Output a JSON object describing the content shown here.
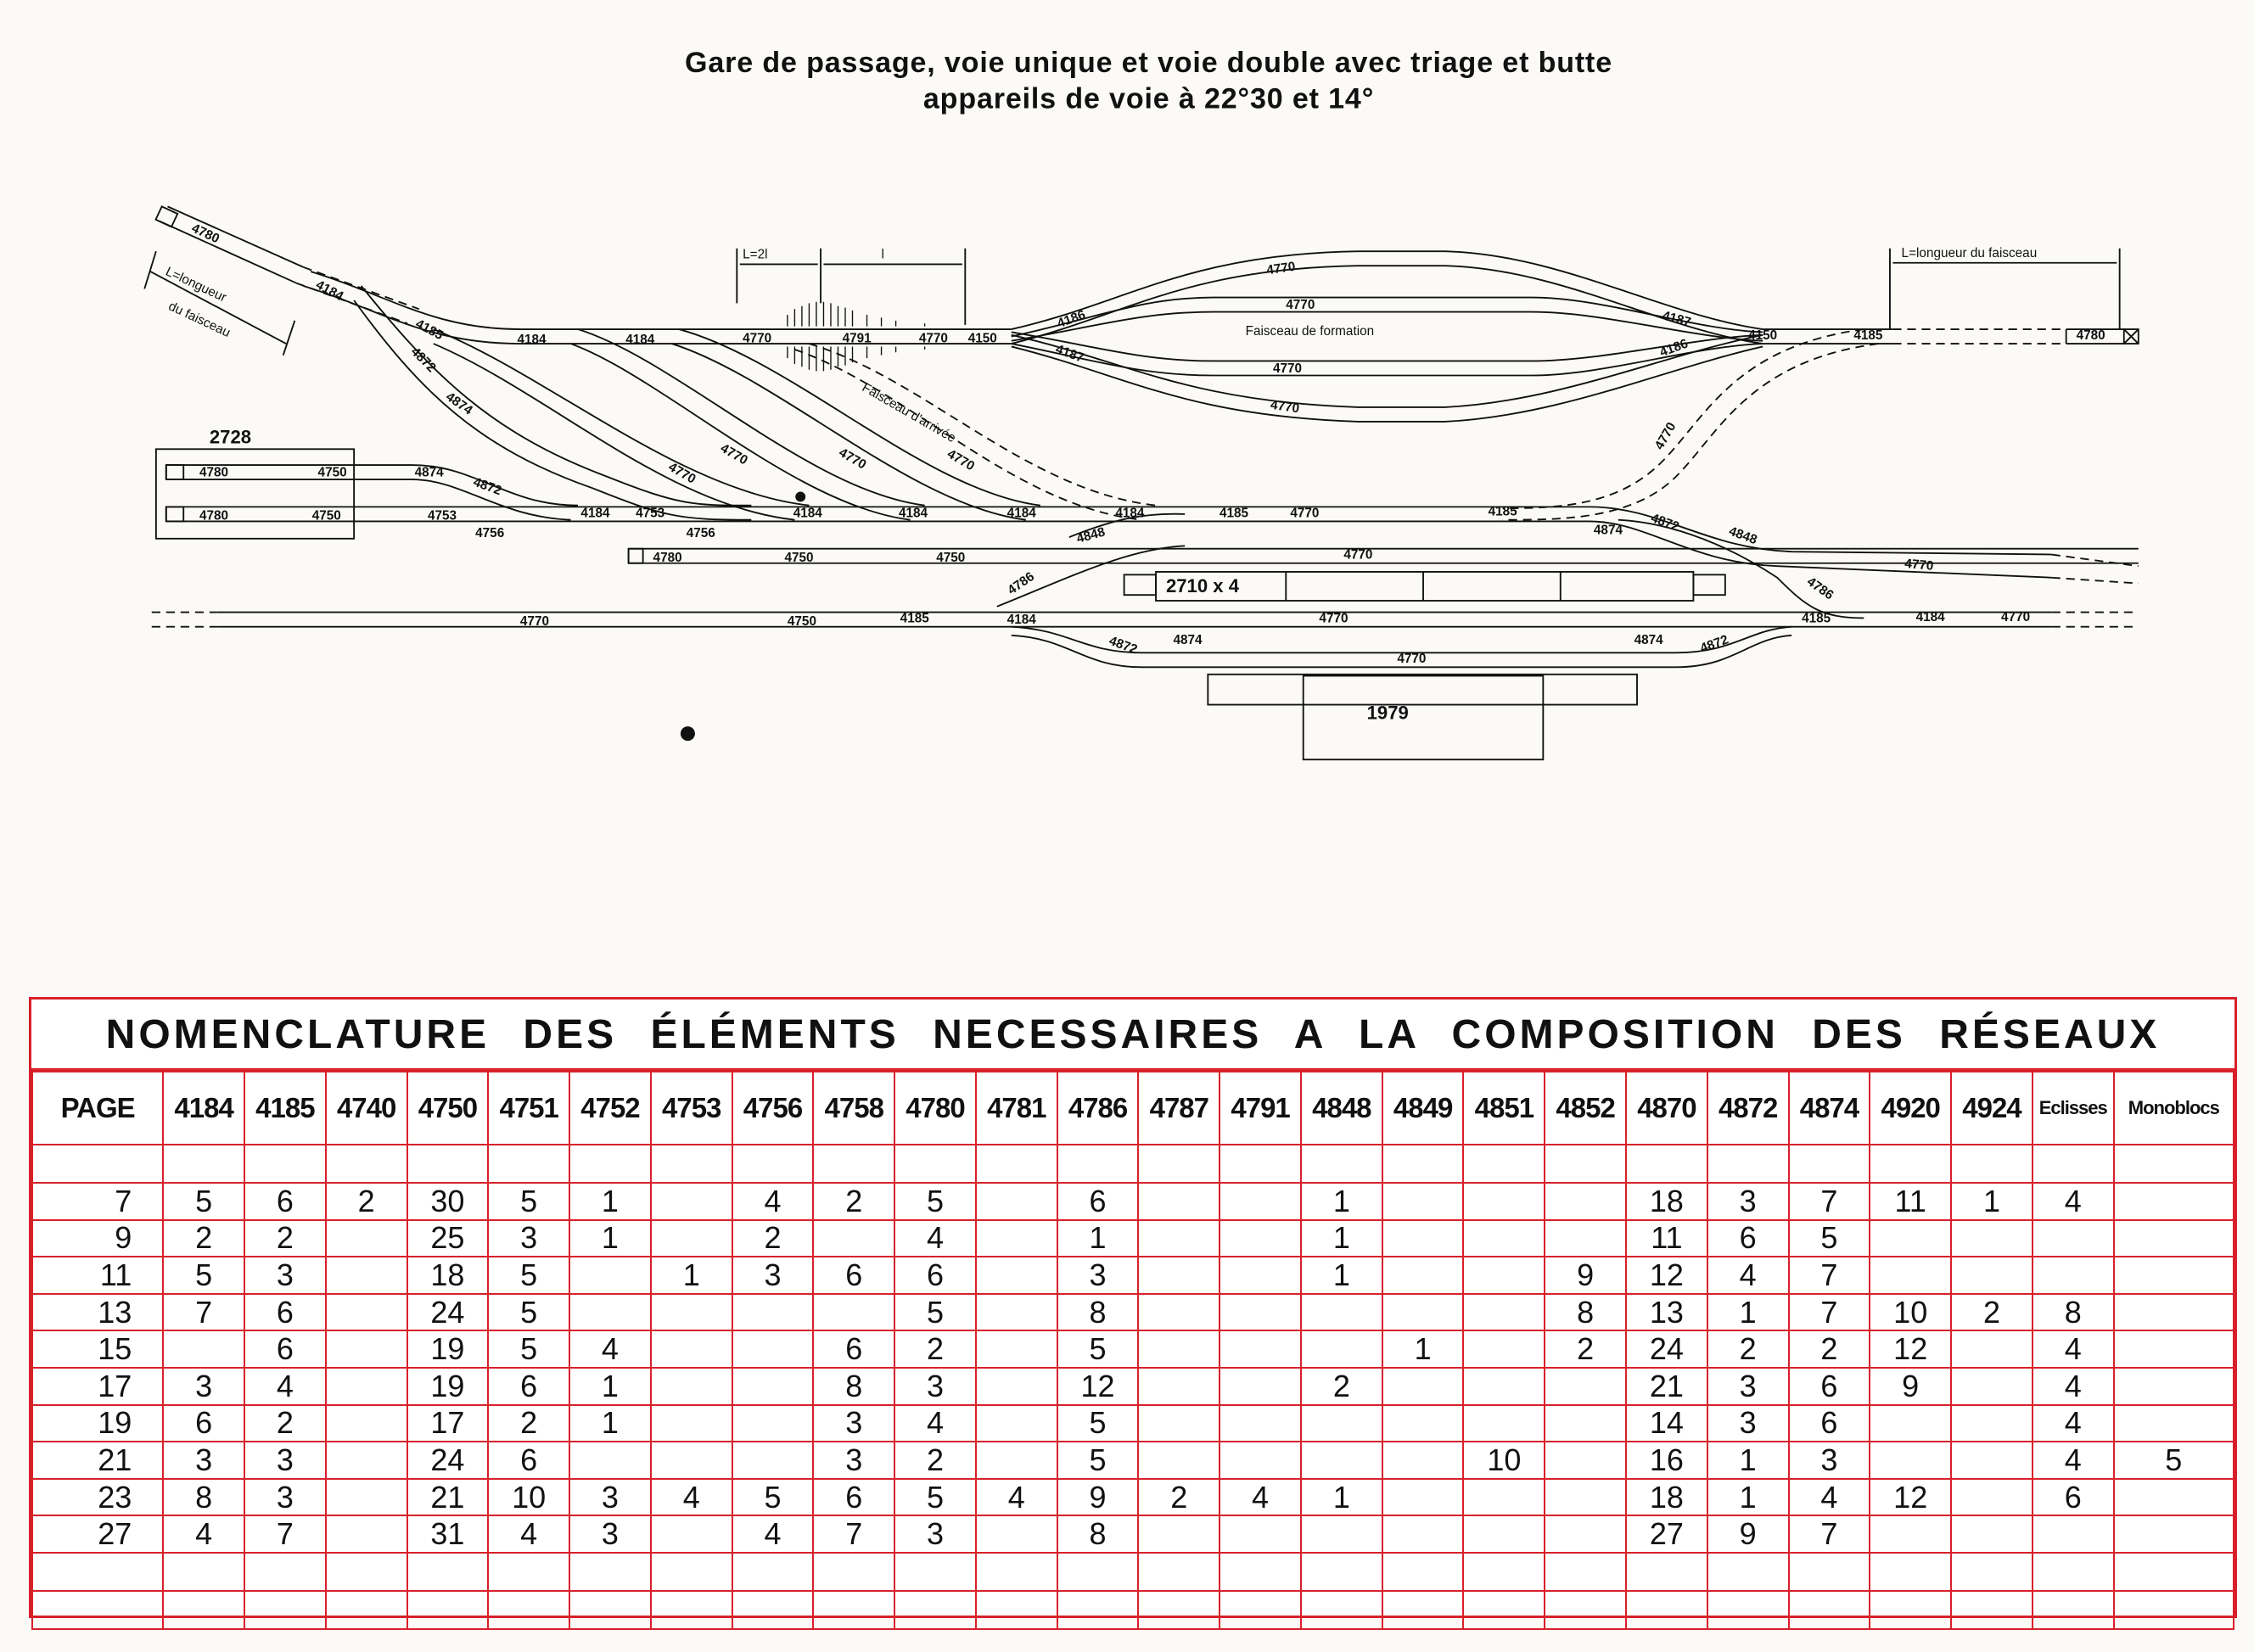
{
  "title": {
    "line1": "Gare de passage, voie unique et voie double avec triage et butte",
    "line2": "appareils de voie à 22°30 et 14°"
  },
  "diagram": {
    "labels": [
      "4780",
      "L=longueur",
      "du faisceau",
      "4184",
      "4185",
      "4872",
      "4874",
      "4184",
      "4184",
      "4770",
      "4791",
      "4770",
      "4150",
      "L=2l",
      "l",
      "Faisceau d'arrivée",
      "4770",
      "4770",
      "4770",
      "4770",
      "4186",
      "4187",
      "4770",
      "4770",
      "Faisceau de formation",
      "4770",
      "4770",
      "4187",
      "4186",
      "4150",
      "4185",
      "4780",
      "L=longueur du faisceau",
      "4770",
      "2728",
      "4780",
      "4750",
      "4874",
      "4872",
      "4780",
      "4750",
      "4753",
      "4756",
      "4184",
      "4753",
      "4756",
      "4184",
      "4184",
      "4184",
      "4184",
      "4185",
      "4770",
      "4185",
      "4872",
      "4874",
      "4848",
      "4780",
      "4750",
      "4750",
      "4848",
      "4770",
      "4770",
      "4786",
      "2710 x 4",
      "4786",
      "4770",
      "4750",
      "4185",
      "4184",
      "4770",
      "4185",
      "4184",
      "4770",
      "4872",
      "4874",
      "4874",
      "4872",
      "4770",
      "1979"
    ]
  },
  "nomenclature": {
    "title": "NOMENCLATURE DES ÉLÉMENTS NECESSAIRES A LA COMPOSITION DES RÉSEAUX",
    "headers": [
      "PAGE",
      "4184",
      "4185",
      "4740",
      "4750",
      "4751",
      "4752",
      "4753",
      "4756",
      "4758",
      "4780",
      "4781",
      "4786",
      "4787",
      "4791",
      "4848",
      "4849",
      "4851",
      "4852",
      "4870",
      "4872",
      "4874",
      "4920",
      "4924",
      "Eclisses",
      "Monoblocs"
    ],
    "rows": [
      [
        "7",
        "5",
        "6",
        "2",
        "30",
        "5",
        "1",
        "",
        "4",
        "2",
        "5",
        "",
        "6",
        "",
        "",
        "1",
        "",
        "",
        "",
        "18",
        "3",
        "7",
        "11",
        "1",
        "4",
        ""
      ],
      [
        "9",
        "2",
        "2",
        "",
        "25",
        "3",
        "1",
        "",
        "2",
        "",
        "4",
        "",
        "1",
        "",
        "",
        "1",
        "",
        "",
        "",
        "11",
        "6",
        "5",
        "",
        "",
        "",
        ""
      ],
      [
        "11",
        "5",
        "3",
        "",
        "18",
        "5",
        "",
        "1",
        "3",
        "6",
        "6",
        "",
        "3",
        "",
        "",
        "1",
        "",
        "",
        "9",
        "12",
        "4",
        "7",
        "",
        "",
        "",
        ""
      ],
      [
        "13",
        "7",
        "6",
        "",
        "24",
        "5",
        "",
        "",
        "",
        "",
        "5",
        "",
        "8",
        "",
        "",
        "",
        "",
        "",
        "8",
        "13",
        "1",
        "7",
        "10",
        "2",
        "8",
        ""
      ],
      [
        "15",
        "",
        "6",
        "",
        "19",
        "5",
        "4",
        "",
        "",
        "6",
        "2",
        "",
        "5",
        "",
        "",
        "",
        "1",
        "",
        "2",
        "24",
        "2",
        "2",
        "12",
        "",
        "4",
        ""
      ],
      [
        "17",
        "3",
        "4",
        "",
        "19",
        "6",
        "1",
        "",
        "",
        "8",
        "3",
        "",
        "12",
        "",
        "",
        "2",
        "",
        "",
        "",
        "21",
        "3",
        "6",
        "9",
        "",
        "4",
        ""
      ],
      [
        "19",
        "6",
        "2",
        "",
        "17",
        "2",
        "1",
        "",
        "",
        "3",
        "4",
        "",
        "5",
        "",
        "",
        "",
        "",
        "",
        "",
        "14",
        "3",
        "6",
        "",
        "",
        "4",
        ""
      ],
      [
        "21",
        "3",
        "3",
        "",
        "24",
        "6",
        "",
        "",
        "",
        "3",
        "2",
        "",
        "5",
        "",
        "",
        "",
        "",
        "10",
        "",
        "16",
        "1",
        "3",
        "",
        "",
        "4",
        "5"
      ],
      [
        "23",
        "8",
        "3",
        "",
        "21",
        "10",
        "3",
        "4",
        "5",
        "6",
        "5",
        "4",
        "9",
        "2",
        "4",
        "1",
        "",
        "",
        "",
        "18",
        "1",
        "4",
        "12",
        "",
        "6",
        ""
      ],
      [
        "27",
        "4",
        "7",
        "",
        "31",
        "4",
        "3",
        "",
        "4",
        "7",
        "3",
        "",
        "8",
        "",
        "",
        "",
        "",
        "",
        "",
        "27",
        "9",
        "7",
        "",
        "",
        "",
        ""
      ]
    ]
  },
  "colors": {
    "grid": "#d8202a",
    "ink": "#111111",
    "paper": "#fbfaf7"
  }
}
